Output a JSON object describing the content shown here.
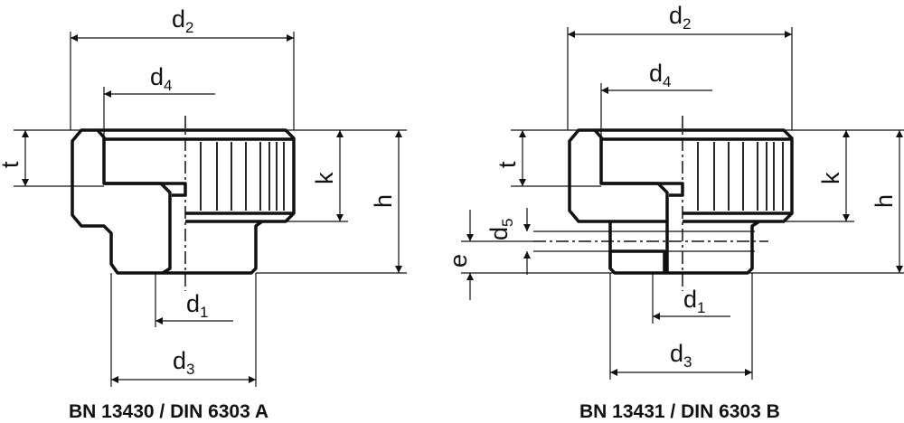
{
  "drawings": [
    {
      "caption": "BN 13430 / DIN 6303 A",
      "labels": {
        "d2": {
          "base": "d",
          "sub": "2"
        },
        "d4": {
          "base": "d",
          "sub": "4"
        },
        "t": {
          "base": "t"
        },
        "k": {
          "base": "k"
        },
        "h": {
          "base": "h"
        },
        "d1": {
          "base": "d",
          "sub": "1"
        },
        "d3": {
          "base": "d",
          "sub": "3"
        }
      }
    },
    {
      "caption": "BN 13431 / DIN 6303 B",
      "labels": {
        "d2": {
          "base": "d",
          "sub": "2"
        },
        "d4": {
          "base": "d",
          "sub": "4"
        },
        "t": {
          "base": "t"
        },
        "k": {
          "base": "k"
        },
        "h": {
          "base": "h"
        },
        "d5": {
          "base": "d",
          "sub": "5"
        },
        "e": {
          "base": "e"
        },
        "d1": {
          "base": "d",
          "sub": "1"
        },
        "d3": {
          "base": "d",
          "sub": "3"
        }
      }
    }
  ]
}
